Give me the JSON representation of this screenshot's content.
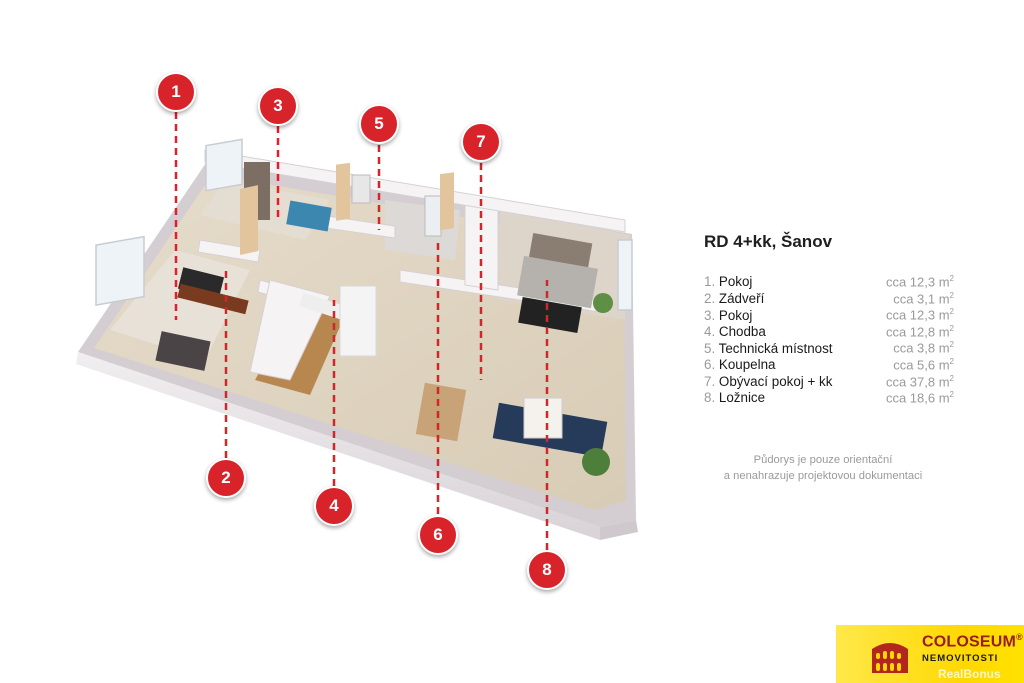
{
  "title": "RD 4+kk, Šanov",
  "rooms": [
    {
      "num": "1.",
      "name": "Pokoj",
      "area": "cca 12,3 m",
      "unit_sup": "2"
    },
    {
      "num": "2.",
      "name": "Zádveří",
      "area": "cca 3,1 m",
      "unit_sup": "2"
    },
    {
      "num": "3.",
      "name": "Pokoj",
      "area": "cca 12,3 m",
      "unit_sup": "2"
    },
    {
      "num": "4.",
      "name": "Chodba",
      "area": "cca 12,8 m",
      "unit_sup": "2"
    },
    {
      "num": "5.",
      "name": "Technická místnost",
      "area": "cca 3,8 m",
      "unit_sup": "2"
    },
    {
      "num": "6.",
      "name": "Koupelna",
      "area": "cca 5,6 m",
      "unit_sup": "2"
    },
    {
      "num": "7.",
      "name": "Obývací pokoj + kk",
      "area": "cca 37,8 m",
      "unit_sup": "2"
    },
    {
      "num": "8.",
      "name": "Ložnice",
      "area": "cca 18,6 m",
      "unit_sup": "2"
    }
  ],
  "markers": [
    "1",
    "2",
    "3",
    "4",
    "5",
    "6",
    "7",
    "8"
  ],
  "note_line1": "Půdorys je pouze orientační",
  "note_line2": "a nenahrazuje projektovou dokumentaci",
  "logo": {
    "name": "COLOSEUM",
    "registered": "®",
    "sub": "NEMOVITOSTI",
    "watermark": "RealBonus"
  },
  "colors": {
    "marker": "#d8232a",
    "logo_bg": "#ffd800",
    "logo_text": "#9a1b1b"
  }
}
